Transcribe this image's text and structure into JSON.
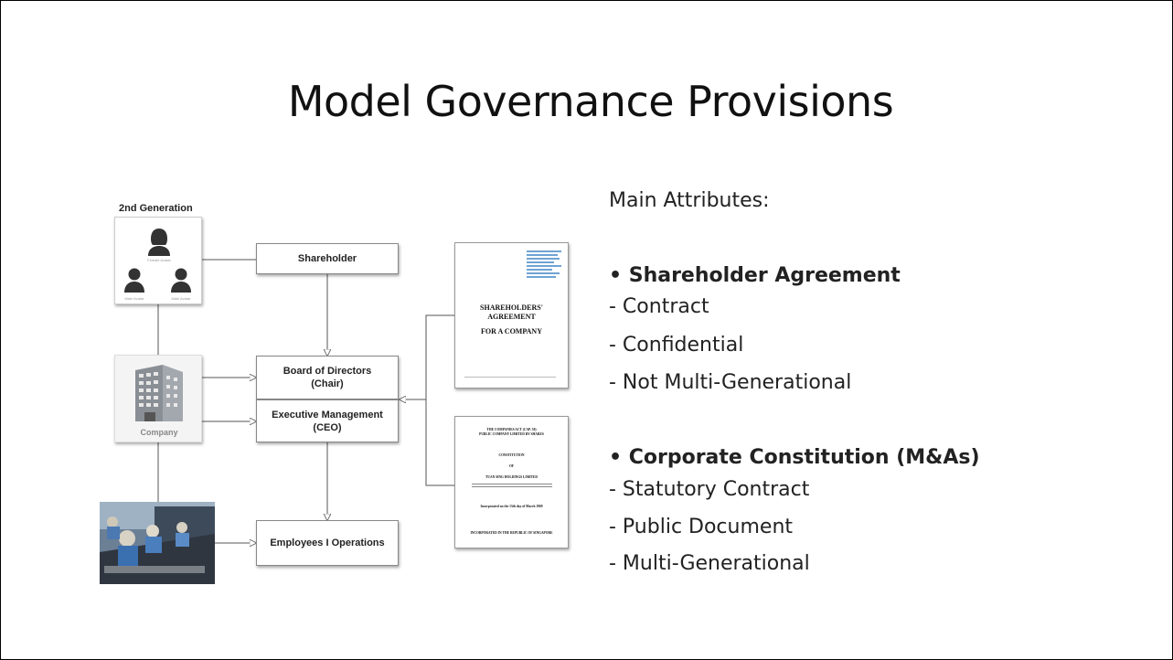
{
  "slide": {
    "title": "Model Governance Provisions"
  },
  "diagram": {
    "generation_label": "2nd Generation",
    "avatars": {
      "female_caption": "Female Avatar",
      "male1_caption": "Male Avatar",
      "male2_caption": "Male Avatar"
    },
    "company_label": "Company",
    "nodes": {
      "shareholder": "Shareholder",
      "board_line1": "Board of Directors",
      "board_line2": "(Chair)",
      "exec_line1": "Executive Management",
      "exec_line2": "(CEO)",
      "employees": "Employees I Operations"
    },
    "shareholders_doc": {
      "title_line1": "SHAREHOLDERS'",
      "title_line2": "AGREEMENT",
      "subtitle": "FOR A COMPANY"
    },
    "constitution_doc": {
      "line1": "THE COMPANIES ACT (CAP. 50)",
      "line2": "PUBLIC COMPANY LIMITED BY SHARES",
      "line3": "CONSTITUTION",
      "line4": "OF",
      "line5": "TUAN SING HOLDINGS LIMITED",
      "line6": "Incorporated on the 13th day of March 1969",
      "line7": "INCORPORATED IN THE REPUBLIC OF SINGAPORE"
    }
  },
  "attributes": {
    "heading": "Main Attributes:",
    "shareholder_heading": "• Shareholder Agreement",
    "shareholder_items": [
      "- Contract",
      "- Confidential",
      "- Not Multi-Generational"
    ],
    "constitution_heading": "• Corporate Constitution (M&As)",
    "constitution_items": [
      "- Statutory Contract",
      "- Public Document",
      "- Multi-Generational"
    ]
  }
}
